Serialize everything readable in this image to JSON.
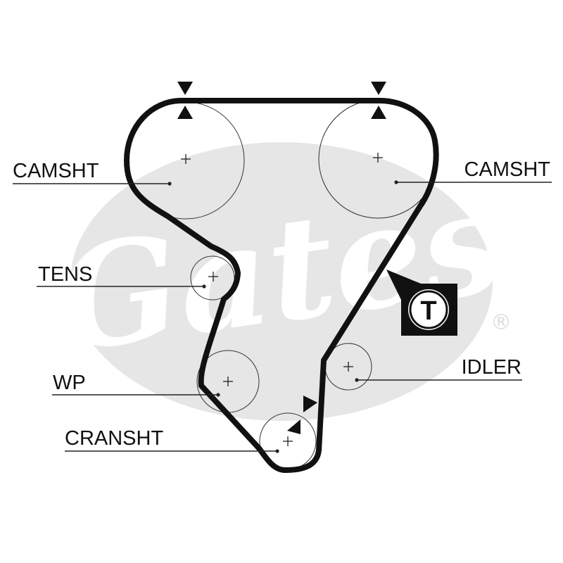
{
  "colors": {
    "belt": "#111111",
    "watermark": "#e6e6e6",
    "background": "#ffffff"
  },
  "watermark": {
    "brand": "Gates",
    "registered": "®"
  },
  "labels": {
    "camshaft_left": "CAMSHT",
    "camshaft_right": "CAMSHT",
    "tensioner": "TENS",
    "water_pump": "WP",
    "idler": "IDLER",
    "crankshaft": "CRANSHT"
  },
  "tensioner_symbol": {
    "letter": "T",
    "icon": "tensioner-adjust-icon"
  },
  "timing_marks": {
    "icon": "timing-mark-icon"
  }
}
